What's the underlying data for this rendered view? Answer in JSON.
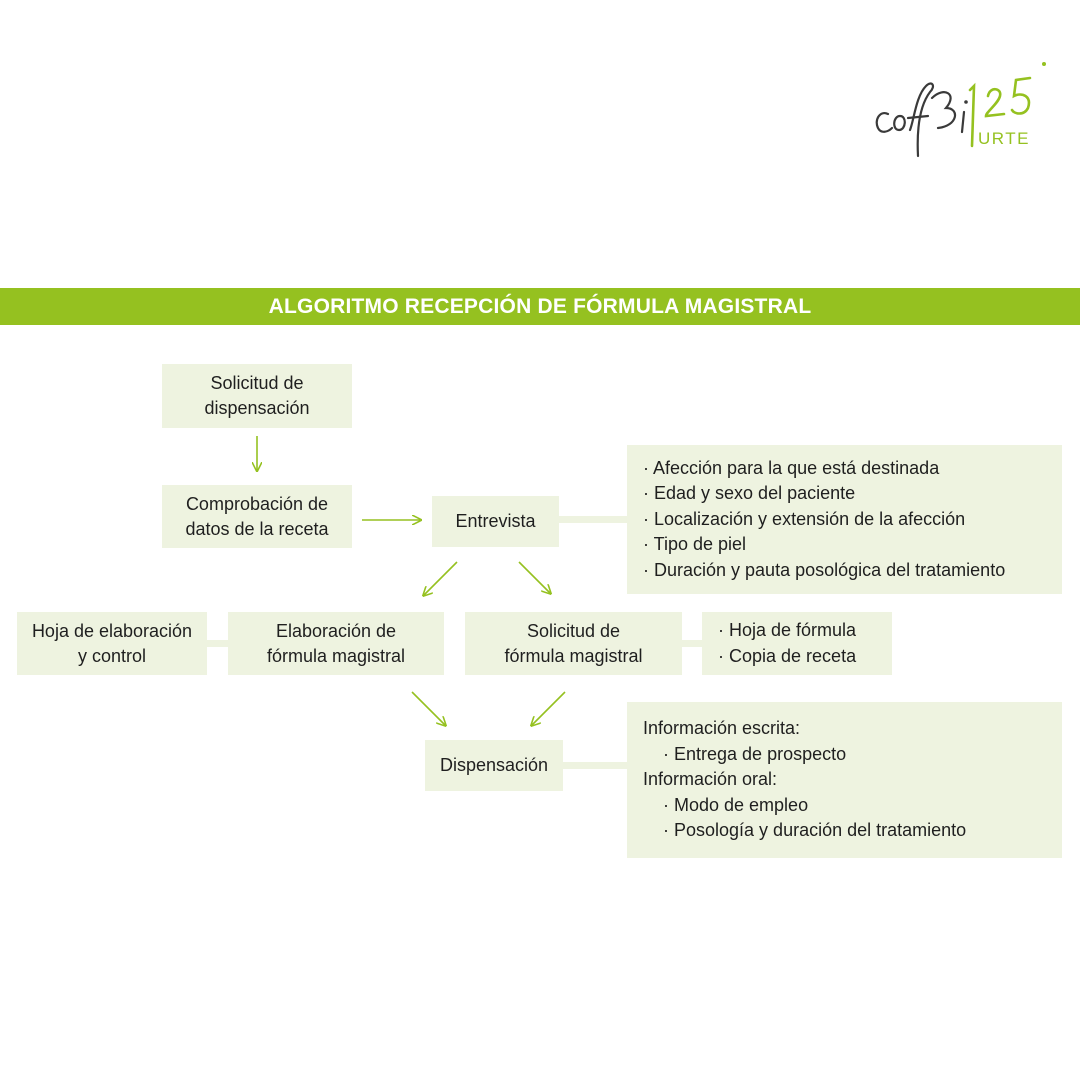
{
  "logo": {
    "text": "cofbi",
    "number": "125",
    "subtitle": "URTE"
  },
  "title": "ALGORITMO RECEPCIÓN DE FÓRMULA MAGISTRAL",
  "nodes": {
    "solicitud_dispensacion": [
      "Solicitud de",
      "dispensación"
    ],
    "comprobacion": [
      "Comprobación de",
      "datos de la receta"
    ],
    "entrevista": [
      "Entrevista"
    ],
    "hoja_elaboracion": [
      "Hoja de elaboración",
      "y control"
    ],
    "elaboracion": [
      "Elaboración de",
      "fórmula magistral"
    ],
    "solicitud_formula": [
      "Solicitud de",
      "fórmula magistral"
    ],
    "dispensacion": [
      "Dispensación"
    ]
  },
  "entrevista_details": [
    "· Afección para la que está destinada",
    "· Edad y sexo del paciente",
    "· Localización y extensión de la afección",
    "· Tipo de piel",
    "· Duración y pauta posológica del tratamiento"
  ],
  "solicitud_details": [
    "· Hoja de fórmula",
    "· Copia de receta"
  ],
  "dispensacion_details": {
    "written_heading": "Información escrita:",
    "written_items": [
      "· Entrega de prospecto"
    ],
    "oral_heading": "Información oral:",
    "oral_items": [
      "· Modo de empleo",
      "· Posología y duración del tratamiento"
    ]
  },
  "colors": {
    "accent": "#95c120",
    "box_fill": "#eef3e0",
    "text": "#1f1f1f",
    "logo_dark": "#3a3a3a"
  }
}
